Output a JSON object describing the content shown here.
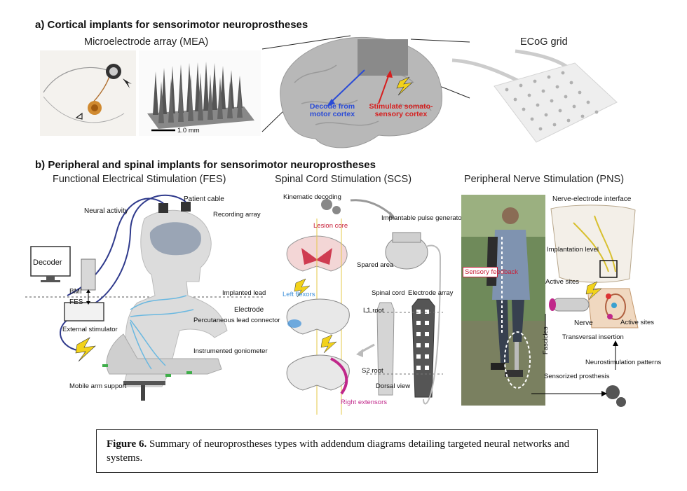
{
  "section_a": {
    "title": "a) Cortical implants for sensorimotor neuroprostheses",
    "mea_title": "Microelectrode array (MEA)",
    "scale_label": "1.0 mm",
    "ecog_title": "ECoG grid",
    "decode_label": "Decode from motor cortex",
    "stimulate_label": "Stimulate somato-sensory cortex"
  },
  "section_b": {
    "title": "b) Peripheral and spinal implants for sensorimotor neuroprostheses",
    "fes": {
      "title": "Functional Electrical Stimulation (FES)",
      "labels": {
        "patient_cable": "Patient cable",
        "neural_activity": "Neural activity",
        "recording_array": "Recording array",
        "decoder": "Decoder",
        "bmi": "BMI",
        "fes": "FES",
        "implanted_lead": "Implanted lead",
        "electrode": "Electrode",
        "percutaneous": "Percutaneous lead connector",
        "external_stimulator": "External stimulator",
        "instrumented_goniometer": "Instrumented goniometer",
        "mobile_arm_support": "Mobile arm support"
      }
    },
    "scs": {
      "title": "Spinal Cord Stimulation (SCS)",
      "labels": {
        "kinematic_decoding": "Kinematic decoding",
        "implantable_pg": "Implantable pulse generator",
        "lesion_core": "Lesion core",
        "spared_area": "Spared area",
        "left_flexors": "Left flexors",
        "spinal_cord": "Spinal cord",
        "electrode_array": "Electrode array",
        "l1_root": "L1 root",
        "s2_root": "S2 root",
        "dorsal_view": "Dorsal view",
        "right_extensors": "Right extensors"
      }
    },
    "pns": {
      "title": "Peripheral Nerve Stimulation (PNS)",
      "labels": {
        "nerve_electrode_interface": "Nerve-electrode interface",
        "implantation_level": "Implantation level",
        "sensory_feedback": "Sensory feedback",
        "active_sites_top": "Active sites",
        "nerve": "Nerve",
        "active_sites_right": "Active sites",
        "fascicles": "Fascicles",
        "transversal_insertion": "Transversal insertion",
        "neurostimulation_patterns": "Neurostimulation patterns",
        "sensorized_prosthesis": "Sensorized prosthesis"
      }
    }
  },
  "caption": {
    "label": "Figure 6.",
    "text": " Summary of neuroprostheses types with addendum diagrams detailing targeted neural networks and systems."
  },
  "colors": {
    "decode_blue": "#2a4bd6",
    "stimulate_red": "#d61f1f",
    "lesion_red": "#c8213a",
    "flexor_blue": "#3b8fd9",
    "extensor_magenta": "#c0288a",
    "yellow_bolt": "#f2d21b"
  }
}
